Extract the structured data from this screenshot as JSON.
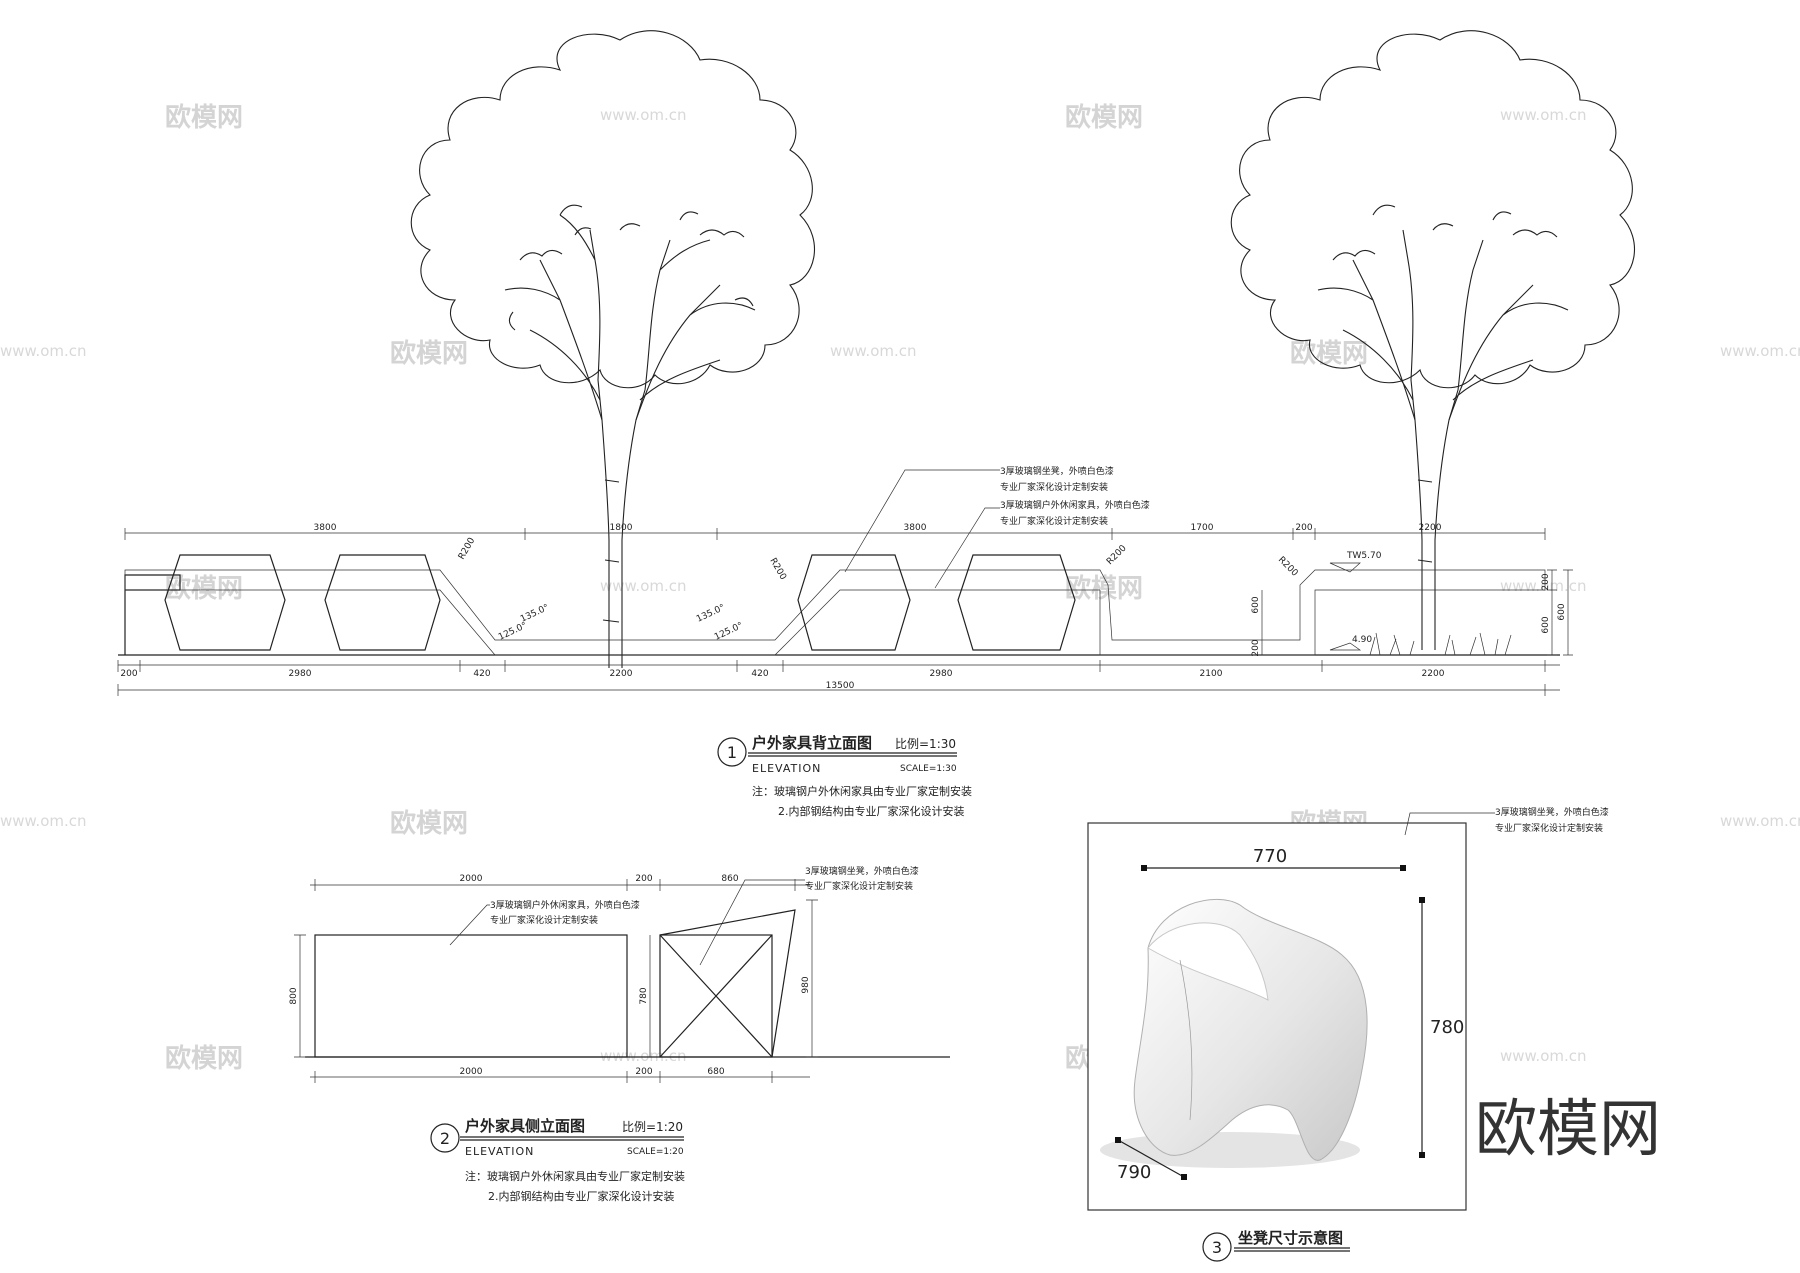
{
  "watermark": {
    "brand": "欧模网",
    "url": "www.om.cn"
  },
  "drawing1": {
    "number": "1",
    "title": "户外家具背立面图",
    "scale_cn": "比例=1:30",
    "subtitle": "ELEVATION",
    "scale_en": "SCALE=1:30",
    "notes": [
      "注：玻璃钢户外休闲家具由专业厂家定制安装",
      "2.内部钢结构由专业厂家深化设计安装"
    ],
    "callouts": [
      "3厚玻璃钢坐凳，外喷白色漆",
      "专业厂家深化设计定制安装",
      "3厚玻璃钢户外休闲家具，外喷白色漆",
      "专业厂家深化设计定制安装"
    ],
    "top_dims": [
      "3800",
      "1800",
      "3800",
      "1700",
      "200",
      "2200"
    ],
    "bottom_dims": [
      "200",
      "2980",
      "420",
      "2200",
      "420",
      "2980",
      "2100",
      "2200"
    ],
    "total_dim": "13500",
    "right_dims": [
      "200",
      "600",
      "600"
    ],
    "inner_dims": [
      "600",
      "200"
    ],
    "radius_labels": [
      "R200",
      "R200",
      "R200",
      "R200"
    ],
    "angles": [
      "135.0°",
      "125.0°",
      "135.0°",
      "125.0°"
    ],
    "levels": [
      "TW5.70",
      "4.90"
    ]
  },
  "drawing2": {
    "number": "2",
    "title": "户外家具侧立面图",
    "scale_cn": "比例=1:20",
    "subtitle": "ELEVATION",
    "scale_en": "SCALE=1:20",
    "notes": [
      "注：玻璃钢户外休闲家具由专业厂家定制安装",
      "2.内部钢结构由专业厂家深化设计安装"
    ],
    "callout_left": [
      "3厚玻璃钢户外休闲家具，外喷白色漆",
      "专业厂家深化设计定制安装"
    ],
    "callout_right": [
      "3厚玻璃钢坐凳，外喷白色漆",
      "专业厂家深化设计定制安装"
    ],
    "top_dims": [
      "2000",
      "200",
      "860"
    ],
    "bottom_dims": [
      "2000",
      "200",
      "680"
    ],
    "side_dims": [
      "800",
      "780",
      "980"
    ]
  },
  "drawing3": {
    "number": "3",
    "title": "坐凳尺寸示意图",
    "callout": [
      "3厚玻璃钢坐凳，外喷白色漆",
      "专业厂家深化设计定制安装"
    ],
    "dim_width": "770",
    "dim_height": "780",
    "dim_depth": "790"
  }
}
